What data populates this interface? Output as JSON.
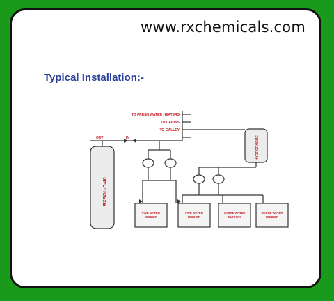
{
  "header": {
    "site_url": "www.rxchemicals.com",
    "heading": "Typical Installation:-"
  },
  "diagram": {
    "labels": {
      "out": "OUT",
      "in": "IN",
      "dosing_unit": "RXSOL-D-40",
      "hydrophore": "HYDROPHORE"
    },
    "outlets": [
      "TO FRESH WATER HEATERS",
      "TO CABINS",
      "TO GALLEY"
    ],
    "bunkers": [
      [
        "FWD WATER",
        "BUNKER"
      ],
      [
        "FWD WATER",
        "BUNKER"
      ],
      [
        "SHORE WATER",
        "BUNKER"
      ],
      [
        "SHORE WATER",
        "BUNKER"
      ]
    ],
    "colors": {
      "background": "#1a9a1a",
      "text_red": "#c0202a",
      "heading_blue": "#2b3f9c",
      "line": "#333333"
    }
  }
}
